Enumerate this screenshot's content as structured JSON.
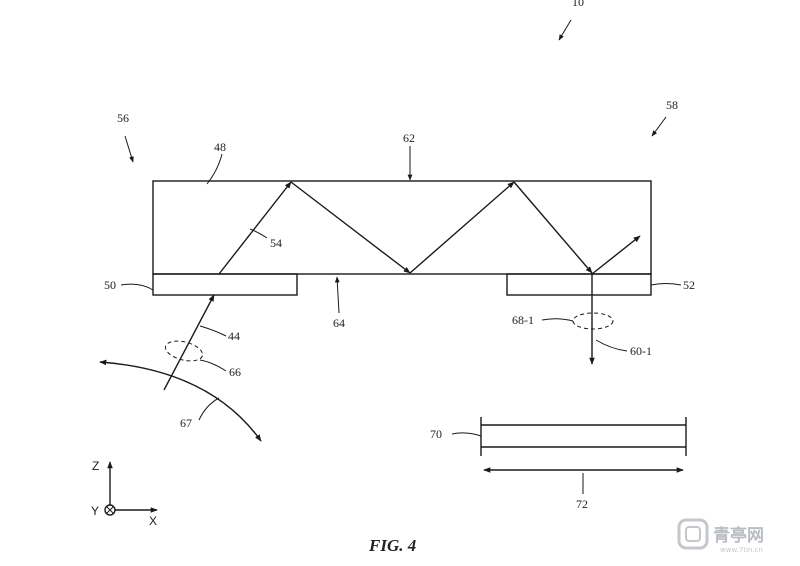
{
  "figure": {
    "caption": "FIG. 4",
    "labels": {
      "l10": "10",
      "l56": "56",
      "l58": "58",
      "l48": "48",
      "l62": "62",
      "l54": "54",
      "l50": "50",
      "l52": "52",
      "l64": "64",
      "l44": "44",
      "l66": "66",
      "l67": "67",
      "l68_1": "68-1",
      "l60_1": "60-1",
      "l70": "70",
      "l72": "72"
    },
    "axes": {
      "z": "Z",
      "y": "Y",
      "x": "X"
    }
  },
  "watermark": {
    "text": "青亭网",
    "subtext": "www.7tin.cn"
  }
}
